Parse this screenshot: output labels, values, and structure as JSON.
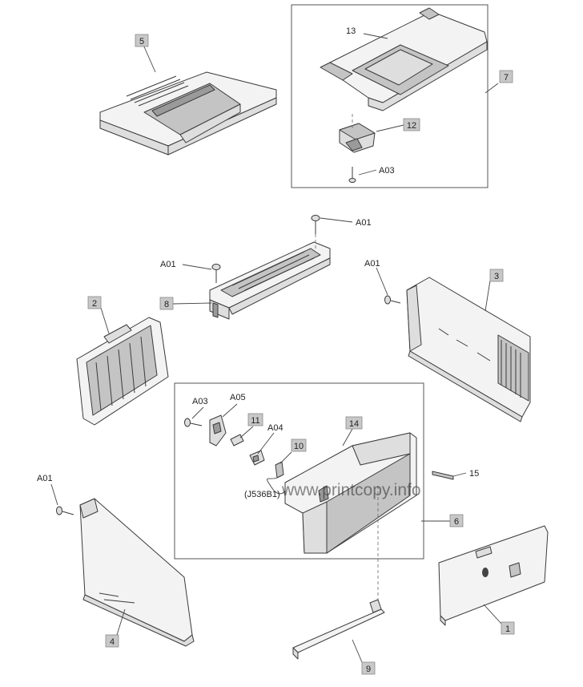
{
  "diagram": {
    "callouts": {
      "c1": "1",
      "c2": "2",
      "c3": "3",
      "c4": "4",
      "c5": "5",
      "c6": "6",
      "c7": "7",
      "c8": "8",
      "c9": "9",
      "c10": "10",
      "c11": "11",
      "c12": "12",
      "c13": "13",
      "c14": "14",
      "c15": "15"
    },
    "screws": {
      "a01_top": "A01",
      "a01_left": "A01",
      "a01_right": "A01",
      "a01_bottom": "A01",
      "a03_tray": "A03",
      "a03_inset": "A03",
      "a04": "A04",
      "a05": "A05"
    },
    "connector_label": "(J536B1)",
    "watermark": "www.printcopy.info"
  }
}
